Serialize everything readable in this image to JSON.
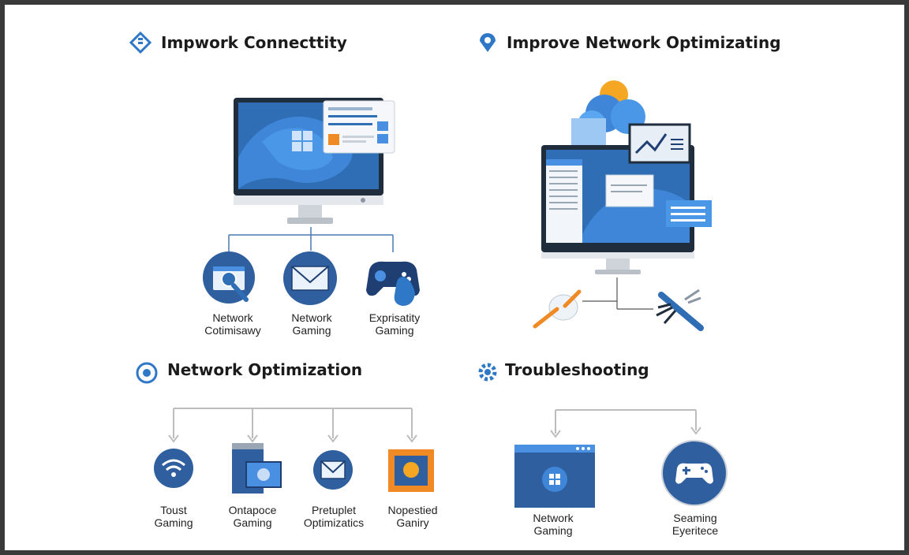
{
  "sections": {
    "connectivity": {
      "title": "Impwork Connecttity"
    },
    "improve": {
      "title": "Improve Network Optimizating"
    },
    "optimization": {
      "title": "Network Optimization"
    },
    "troubleshooting": {
      "title": "Troubleshooting"
    }
  },
  "connectivity_items": [
    {
      "line1": "Network",
      "line2": "Cotimisawy",
      "icon": "magnifier-icon"
    },
    {
      "line1": "Network",
      "line2": "Gaming",
      "icon": "mail-icon"
    },
    {
      "line1": "Exprisatity",
      "line2": "Gaming",
      "icon": "gamepad-icon"
    }
  ],
  "optimization_items": [
    {
      "line1": "Toust",
      "line2": "Gaming",
      "icon": "wifi-icon"
    },
    {
      "line1": "Ontapoce",
      "line2": "Gaming",
      "icon": "document-icon"
    },
    {
      "line1": "Pretuplet",
      "line2": "Optimizatics",
      "icon": "mail-icon"
    },
    {
      "line1": "Nopestied",
      "line2": "Ganiry",
      "icon": "orange-window-icon"
    }
  ],
  "troubleshooting_items": [
    {
      "line1": "Network",
      "line2": "Gaming",
      "icon": "windows-window-icon"
    },
    {
      "line1": "Seaming",
      "line2": "Eyeritece",
      "icon": "gamepad-icon"
    }
  ],
  "colors": {
    "primary": "#2f6db5",
    "dark": "#1f3f73",
    "light": "#4a90e2",
    "orange": "#f08a24",
    "line": "#bdbdbd"
  }
}
